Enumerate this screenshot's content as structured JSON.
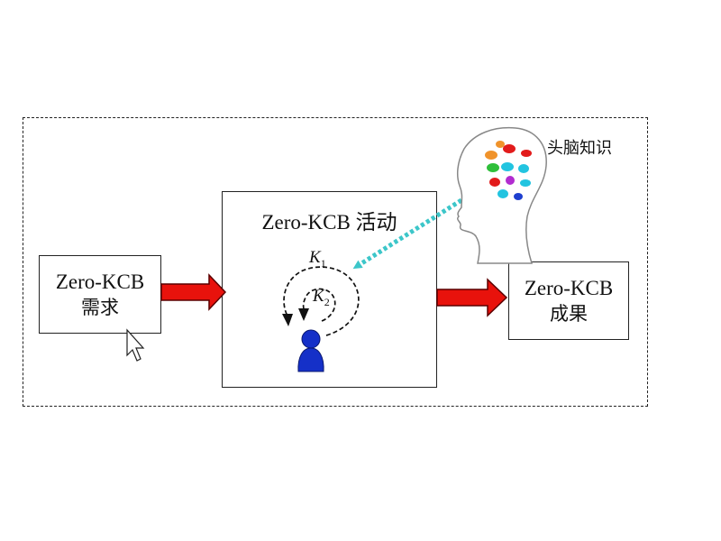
{
  "demand": {
    "title": "Zero-KCB",
    "subtitle": "需求"
  },
  "activity": {
    "title": "Zero-KCB 活动"
  },
  "result": {
    "title": "Zero-KCB",
    "subtitle": "成果"
  },
  "head": {
    "label": "头脑知识"
  },
  "knowledge": [
    {
      "symbol": "K",
      "sub": "1"
    },
    {
      "symbol": "K",
      "sub": "2"
    }
  ],
  "colors": {
    "arrow_fill": "#e8120c",
    "arrow_stroke": "#5a0000",
    "dotted_arrow": "#3cc6c9",
    "person": "#1530c8"
  },
  "icons": [
    "mouse-cursor-icon",
    "person-icon",
    "head-profile-icon",
    "speech-bubble-icon"
  ]
}
